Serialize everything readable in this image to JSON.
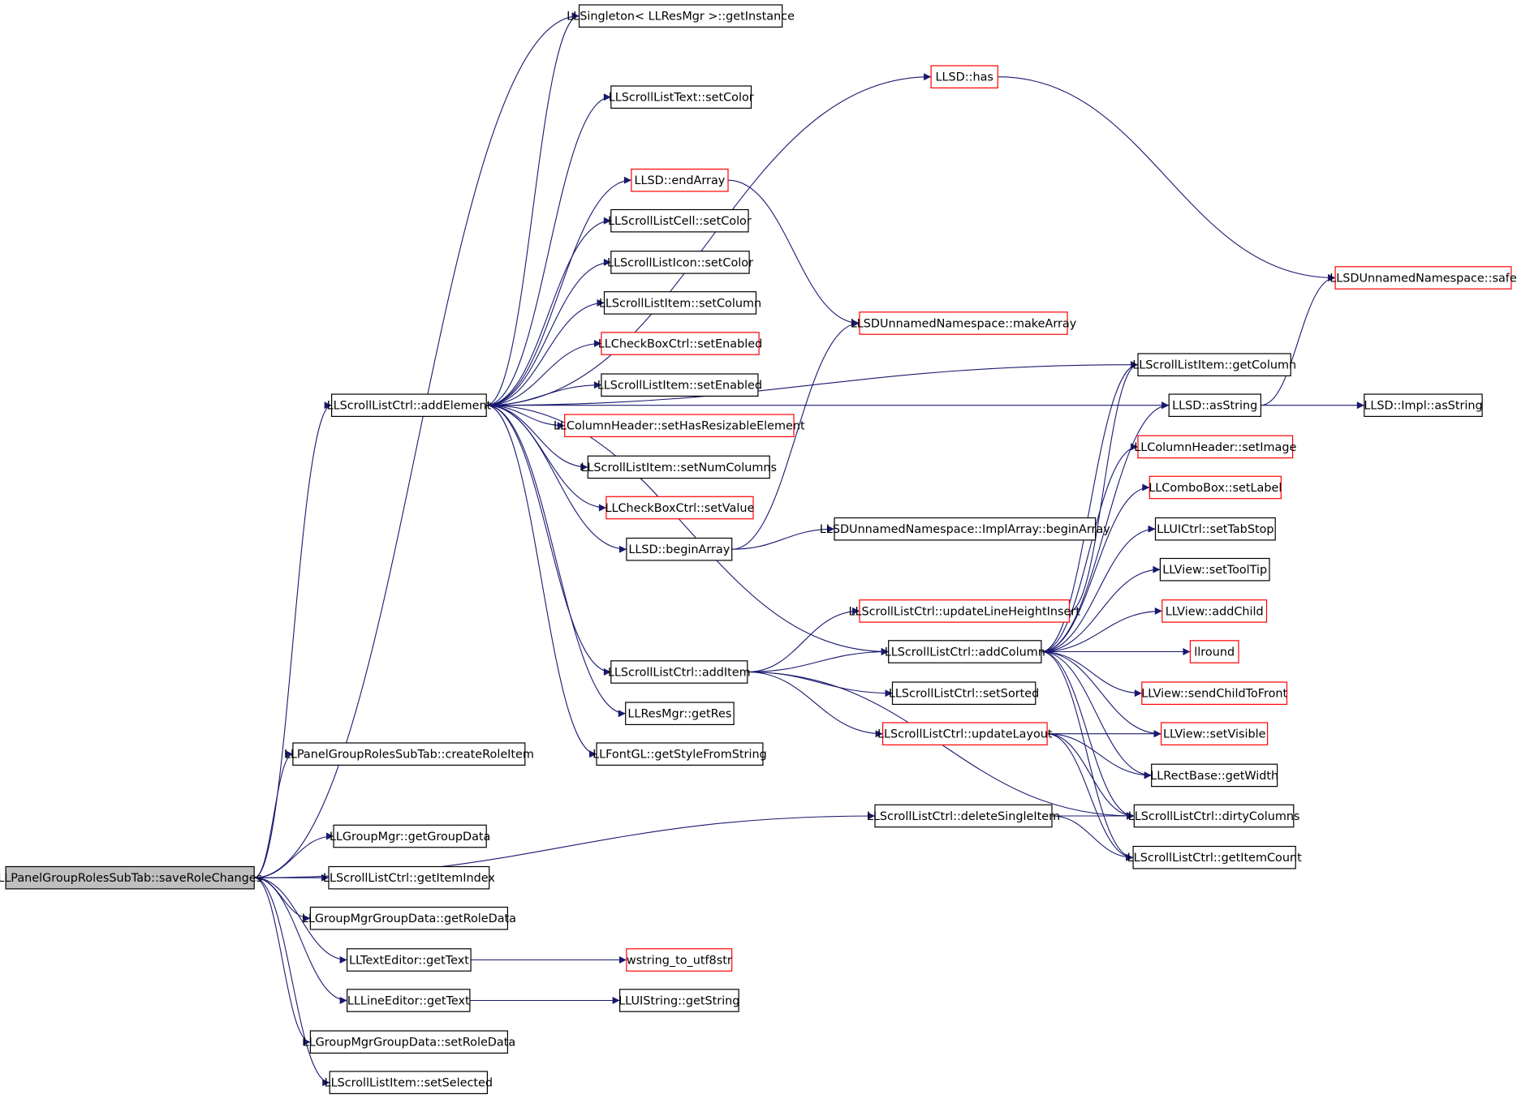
{
  "diagram": {
    "colors": {
      "edge": "#191970",
      "node_border": "#000000",
      "node_border_truncated": "#ff0000",
      "root_fill": "#bfbfbf",
      "node_fill": "#ffffff"
    },
    "nodes": [
      {
        "id": "root",
        "label": "LLPanelGroupRolesSubTab::saveRoleChanges",
        "style": "root"
      },
      {
        "id": "getInstance",
        "label": "LLSingleton< LLResMgr >::getInstance",
        "style": "normal"
      },
      {
        "id": "has",
        "label": "LLSD::has",
        "style": "truncated"
      },
      {
        "id": "slt_setColor",
        "label": "LLScrollListText::setColor",
        "style": "normal"
      },
      {
        "id": "endArray",
        "label": "LLSD::endArray",
        "style": "truncated"
      },
      {
        "id": "slc_setColor",
        "label": "LLScrollListCell::setColor",
        "style": "normal"
      },
      {
        "id": "sli_setColor",
        "label": "LLScrollListIcon::setColor",
        "style": "normal"
      },
      {
        "id": "sli_setColumn",
        "label": "LLScrollListItem::setColumn",
        "style": "normal"
      },
      {
        "id": "cb_setEnabled",
        "label": "LLCheckBoxCtrl::setEnabled",
        "style": "truncated"
      },
      {
        "id": "sli_setEnabled",
        "label": "LLScrollListItem::setEnabled",
        "style": "normal"
      },
      {
        "id": "addElement",
        "label": "LLScrollListCtrl::addElement",
        "style": "normal"
      },
      {
        "id": "setHasResizable",
        "label": "LLColumnHeader::setHasResizableElement",
        "style": "truncated"
      },
      {
        "id": "setNumColumns",
        "label": "LLScrollListItem::setNumColumns",
        "style": "normal"
      },
      {
        "id": "cb_setValue",
        "label": "LLCheckBoxCtrl::setValue",
        "style": "truncated"
      },
      {
        "id": "beginArray",
        "label": "LLSD::beginArray",
        "style": "normal"
      },
      {
        "id": "implBeginArray",
        "label": "LLSDUnnamedNamespace::ImplArray::beginArray",
        "style": "normal"
      },
      {
        "id": "makeArray",
        "label": "LLSDUnnamedNamespace::makeArray",
        "style": "truncated"
      },
      {
        "id": "safe",
        "label": "LLSDUnnamedNamespace::safe",
        "style": "truncated"
      },
      {
        "id": "getColumn",
        "label": "LLScrollListItem::getColumn",
        "style": "normal"
      },
      {
        "id": "asString",
        "label": "LLSD::asString",
        "style": "normal"
      },
      {
        "id": "implAsString",
        "label": "LLSD::Impl::asString",
        "style": "normal"
      },
      {
        "id": "setImage",
        "label": "LLColumnHeader::setImage",
        "style": "truncated"
      },
      {
        "id": "setLabel",
        "label": "LLComboBox::setLabel",
        "style": "truncated"
      },
      {
        "id": "setTabStop",
        "label": "LLUICtrl::setTabStop",
        "style": "normal"
      },
      {
        "id": "setToolTip",
        "label": "LLView::setToolTip",
        "style": "normal"
      },
      {
        "id": "updateLHI",
        "label": "LLScrollListCtrl::updateLineHeightInsert",
        "style": "truncated"
      },
      {
        "id": "addChild",
        "label": "LLView::addChild",
        "style": "truncated"
      },
      {
        "id": "addColumn",
        "label": "LLScrollListCtrl::addColumn",
        "style": "normal"
      },
      {
        "id": "llround",
        "label": "llround",
        "style": "truncated"
      },
      {
        "id": "addItem",
        "label": "LLScrollListCtrl::addItem",
        "style": "normal"
      },
      {
        "id": "setSorted",
        "label": "LLScrollListCtrl::setSorted",
        "style": "normal"
      },
      {
        "id": "sendChildToFront",
        "label": "LLView::sendChildToFront",
        "style": "truncated"
      },
      {
        "id": "getRes",
        "label": "LLResMgr::getRes",
        "style": "normal"
      },
      {
        "id": "updateLayout",
        "label": "LLScrollListCtrl::updateLayout",
        "style": "truncated"
      },
      {
        "id": "setVisible",
        "label": "LLView::setVisible",
        "style": "truncated"
      },
      {
        "id": "getStyle",
        "label": "LLFontGL::getStyleFromString",
        "style": "normal"
      },
      {
        "id": "getWidth",
        "label": "LLRectBase::getWidth",
        "style": "normal"
      },
      {
        "id": "createRoleItem",
        "label": "LLPanelGroupRolesSubTab::createRoleItem",
        "style": "normal"
      },
      {
        "id": "deleteSingleItem",
        "label": "LLScrollListCtrl::deleteSingleItem",
        "style": "normal"
      },
      {
        "id": "dirtyColumns",
        "label": "LLScrollListCtrl::dirtyColumns",
        "style": "normal"
      },
      {
        "id": "getGroupData",
        "label": "LLGroupMgr::getGroupData",
        "style": "normal"
      },
      {
        "id": "getItemCount",
        "label": "LLScrollListCtrl::getItemCount",
        "style": "normal"
      },
      {
        "id": "getItemIndex",
        "label": "LLScrollListCtrl::getItemIndex",
        "style": "normal"
      },
      {
        "id": "getRoleData",
        "label": "LLGroupMgrGroupData::getRoleData",
        "style": "normal"
      },
      {
        "id": "te_getText",
        "label": "LLTextEditor::getText",
        "style": "normal"
      },
      {
        "id": "wstring",
        "label": "wstring_to_utf8str",
        "style": "truncated"
      },
      {
        "id": "le_getText",
        "label": "LLLineEditor::getText",
        "style": "normal"
      },
      {
        "id": "getString",
        "label": "LLUIString::getString",
        "style": "normal"
      },
      {
        "id": "setRoleData",
        "label": "LLGroupMgrGroupData::setRoleData",
        "style": "normal"
      },
      {
        "id": "setSelected",
        "label": "LLScrollListItem::setSelected",
        "style": "normal"
      }
    ],
    "edges": [
      [
        "root",
        "getInstance"
      ],
      [
        "root",
        "addElement"
      ],
      [
        "root",
        "createRoleItem"
      ],
      [
        "root",
        "deleteSingleItem"
      ],
      [
        "root",
        "getGroupData"
      ],
      [
        "root",
        "getItemIndex"
      ],
      [
        "root",
        "getRoleData"
      ],
      [
        "root",
        "te_getText"
      ],
      [
        "root",
        "le_getText"
      ],
      [
        "root",
        "setRoleData"
      ],
      [
        "root",
        "setSelected"
      ],
      [
        "addElement",
        "getInstance"
      ],
      [
        "addElement",
        "has"
      ],
      [
        "addElement",
        "slt_setColor"
      ],
      [
        "addElement",
        "endArray"
      ],
      [
        "addElement",
        "slc_setColor"
      ],
      [
        "addElement",
        "sli_setColor"
      ],
      [
        "addElement",
        "sli_setColumn"
      ],
      [
        "addElement",
        "cb_setEnabled"
      ],
      [
        "addElement",
        "sli_setEnabled"
      ],
      [
        "addElement",
        "setHasResizable"
      ],
      [
        "addElement",
        "setNumColumns"
      ],
      [
        "addElement",
        "cb_setValue"
      ],
      [
        "addElement",
        "beginArray"
      ],
      [
        "addElement",
        "addItem"
      ],
      [
        "addElement",
        "getRes"
      ],
      [
        "addElement",
        "getStyle"
      ],
      [
        "addElement",
        "addColumn"
      ],
      [
        "addElement",
        "asString"
      ],
      [
        "addElement",
        "getColumn"
      ],
      [
        "has",
        "safe"
      ],
      [
        "endArray",
        "makeArray"
      ],
      [
        "beginArray",
        "implBeginArray"
      ],
      [
        "beginArray",
        "makeArray"
      ],
      [
        "asString",
        "safe"
      ],
      [
        "asString",
        "implAsString"
      ],
      [
        "addItem",
        "addColumn"
      ],
      [
        "addItem",
        "updateLHI"
      ],
      [
        "addItem",
        "setSorted"
      ],
      [
        "addItem",
        "updateLayout"
      ],
      [
        "addItem",
        "dirtyColumns"
      ],
      [
        "updateLHI",
        "getColumn"
      ],
      [
        "addColumn",
        "getColumn"
      ],
      [
        "addColumn",
        "asString"
      ],
      [
        "addColumn",
        "setImage"
      ],
      [
        "addColumn",
        "setLabel"
      ],
      [
        "addColumn",
        "setTabStop"
      ],
      [
        "addColumn",
        "setToolTip"
      ],
      [
        "addColumn",
        "addChild"
      ],
      [
        "addColumn",
        "llround"
      ],
      [
        "addColumn",
        "sendChildToFront"
      ],
      [
        "addColumn",
        "setVisible"
      ],
      [
        "addColumn",
        "getWidth"
      ],
      [
        "addColumn",
        "dirtyColumns"
      ],
      [
        "addColumn",
        "getItemCount"
      ],
      [
        "updateLayout",
        "setVisible"
      ],
      [
        "updateLayout",
        "getWidth"
      ],
      [
        "updateLayout",
        "dirtyColumns"
      ],
      [
        "updateLayout",
        "getItemCount"
      ],
      [
        "deleteSingleItem",
        "dirtyColumns"
      ],
      [
        "deleteSingleItem",
        "getItemCount"
      ],
      [
        "te_getText",
        "wstring"
      ],
      [
        "le_getText",
        "getString"
      ]
    ]
  }
}
